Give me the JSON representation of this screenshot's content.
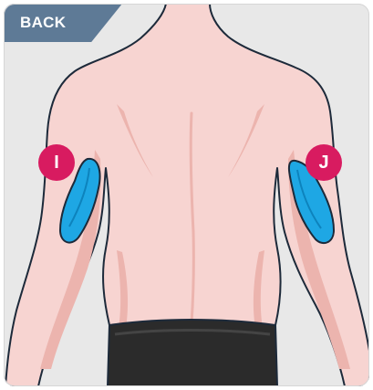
{
  "panel": {
    "view_label": "BACK"
  },
  "markers": [
    {
      "label": "I",
      "side": "left-arm"
    },
    {
      "label": "J",
      "side": "right-arm"
    }
  ],
  "colors": {
    "background": "#e8e8e8",
    "skin": "#f7d4d1",
    "skin_shadow": "#ecb4ae",
    "outline": "#1d2a3a",
    "injection_site": "#1ea7e4",
    "marker": "#d81b60",
    "label_banner": "#5e7a96",
    "shorts": "#2b2b2b"
  }
}
